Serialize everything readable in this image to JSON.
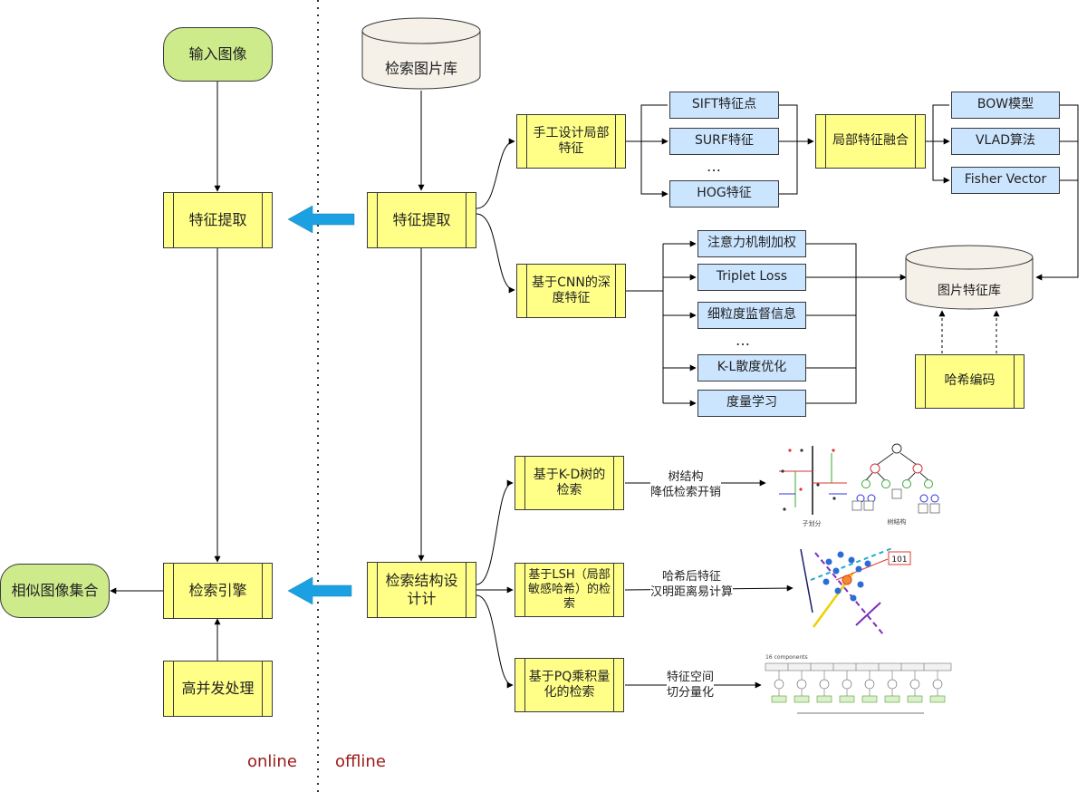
{
  "online": {
    "input_image": "输入图像",
    "feature_extract": "特征提取",
    "search_engine": "检索引擎",
    "high_concurrency": "高并发处理",
    "similar_set": "相似图像集合"
  },
  "offline": {
    "image_db": "检索图片库",
    "feature_extract": "特征提取",
    "index_design": "检索结构设计计"
  },
  "handcrafted": {
    "title": "手工设计局部特征",
    "items": [
      "SIFT特征点",
      "SURF特征",
      "…",
      "HOG特征"
    ],
    "fusion": "局部特征融合",
    "fusion_items": [
      "BOW模型",
      "VLAD算法",
      "Fisher Vector"
    ]
  },
  "cnn": {
    "title": "基于CNN的深度特征",
    "items": [
      "注意力机制加权",
      "Triplet Loss",
      "细粒度监督信息",
      "…",
      "K-L散度优化",
      "度量学习"
    ]
  },
  "feature_db": "图片特征库",
  "hash_coding": "哈希编码",
  "retrieval": {
    "kd": {
      "title": "基于K-D树的检索",
      "note": "树结构\n降低检索开销",
      "left_caption": "子划分",
      "right_caption": "树结构"
    },
    "lsh": {
      "title": "基于LSH（局部敏感哈希）的检索",
      "note": "哈希后特征\n汉明距离易计算",
      "code": "101"
    },
    "pq": {
      "title": "基于PQ乘积量化的检索",
      "note": "特征空间\n切分量化",
      "top_caption": "16 components"
    }
  },
  "labels": {
    "online": "online",
    "offline": "offline"
  },
  "colors": {
    "proc": "#ffff88",
    "blue": "#cce5ff",
    "term": "#cdeb8b",
    "arrow": "#1ba1e2",
    "tag": "#9b1b1b"
  }
}
